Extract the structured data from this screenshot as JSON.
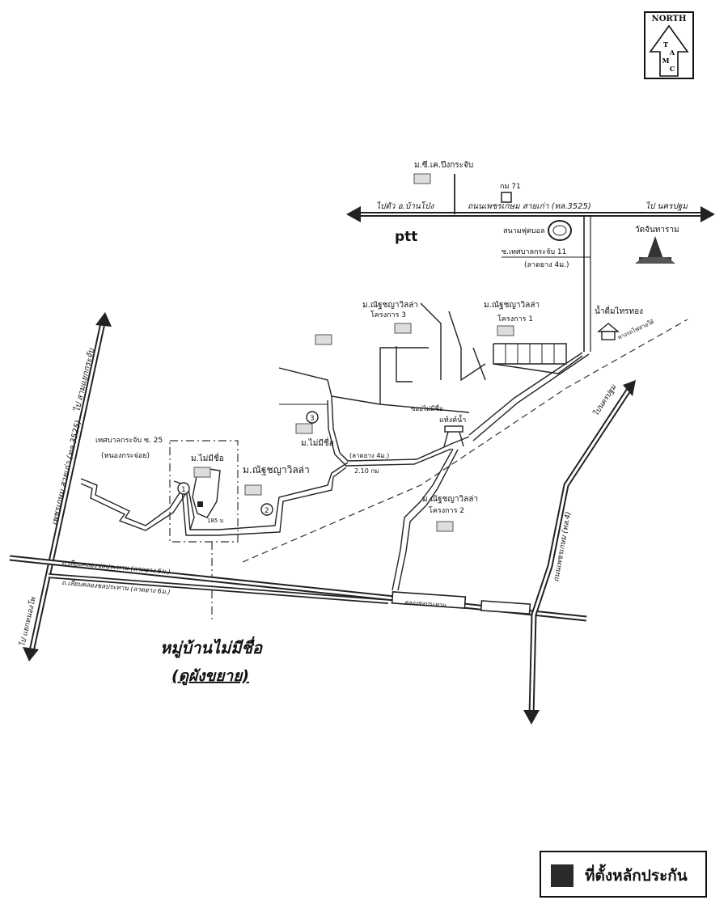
{
  "north": {
    "label": "NORTH",
    "arrow_letters": [
      "T",
      "A",
      "M",
      "C"
    ]
  },
  "labels": {
    "khok_school": "ม.ซี.เค.ปึงกระจับ",
    "km71": "กม 71",
    "to_ban_pong": "ไปตัว อ.บ้านโป่ง",
    "main_road": "ถนนเพชรเกษม สายเก่า (ทล.3525)",
    "to_nakhon_pathom_top": "ไป นครปฐม",
    "ptt": "ptt",
    "football_field": "สนามฟุตบอล",
    "temple": "วัดจันทาราม",
    "soi11": "ซ.เทศบาลกระจับ 11",
    "soi11_road": "(ลาดยาง 4ม.)",
    "project3_line1": "ม.ณัฐชญาวิลล่า",
    "project3_line2": "โครงการ 3",
    "project1_line1": "ม.ณัฐชญาวิลล่า",
    "project1_line2": "โครงการ 1",
    "water_plant": "น้ำดื่มไทรทอง",
    "rail": "ทางรถไฟสายใต้",
    "no_name_village": "ม.ไม่มีชื่อ",
    "water_tower": "แท้งค์น้ำ",
    "soi_no_name": "ซอยไม่มีชื่อ",
    "soi25_line1": "เทศบาลกระจับ ซ. 25",
    "soi25_line2": "(หนองกระจ่อย)",
    "inset_village": "ม.ไม่มีชื่อ",
    "natchaya": "ม.ณัฐชญาวิลล่า",
    "paved4": "(ลาดยาง 4ม.)",
    "dist210": "2.10 กม",
    "dist185": "185 ม",
    "project2_line1": "ม.ณัฐชญาวิลล่า",
    "project2_line2": "โครงการ 2",
    "left_highway": "เพชรเกษม สายเก่า (ทล.3525)",
    "to_sam_khwai": "ไป สามแยกกระจับ",
    "to_ratchaburi": "ไป แยกหนองโพ",
    "canal_road1": "ถ.เลียบคลองชลประทาน (ลาดยาง 6ม.)",
    "canal_road2": "ถ.เลียบคลองชลประทาน (ลาดยาง 6ม.)",
    "canal": "คลองชลประทาน",
    "highway4": "ถนนเพชรเกษม (ทล.4)",
    "to_nakhon_pathom_right": "ไปนครปฐม",
    "main_title": "หมู่บ้านไม่มีชื่อ",
    "subtitle": "(ดูผังขยาย)",
    "num1": "1",
    "num2": "2",
    "num3": "3"
  },
  "legend": {
    "label": "ที่ตั้งหลักประกัน"
  }
}
